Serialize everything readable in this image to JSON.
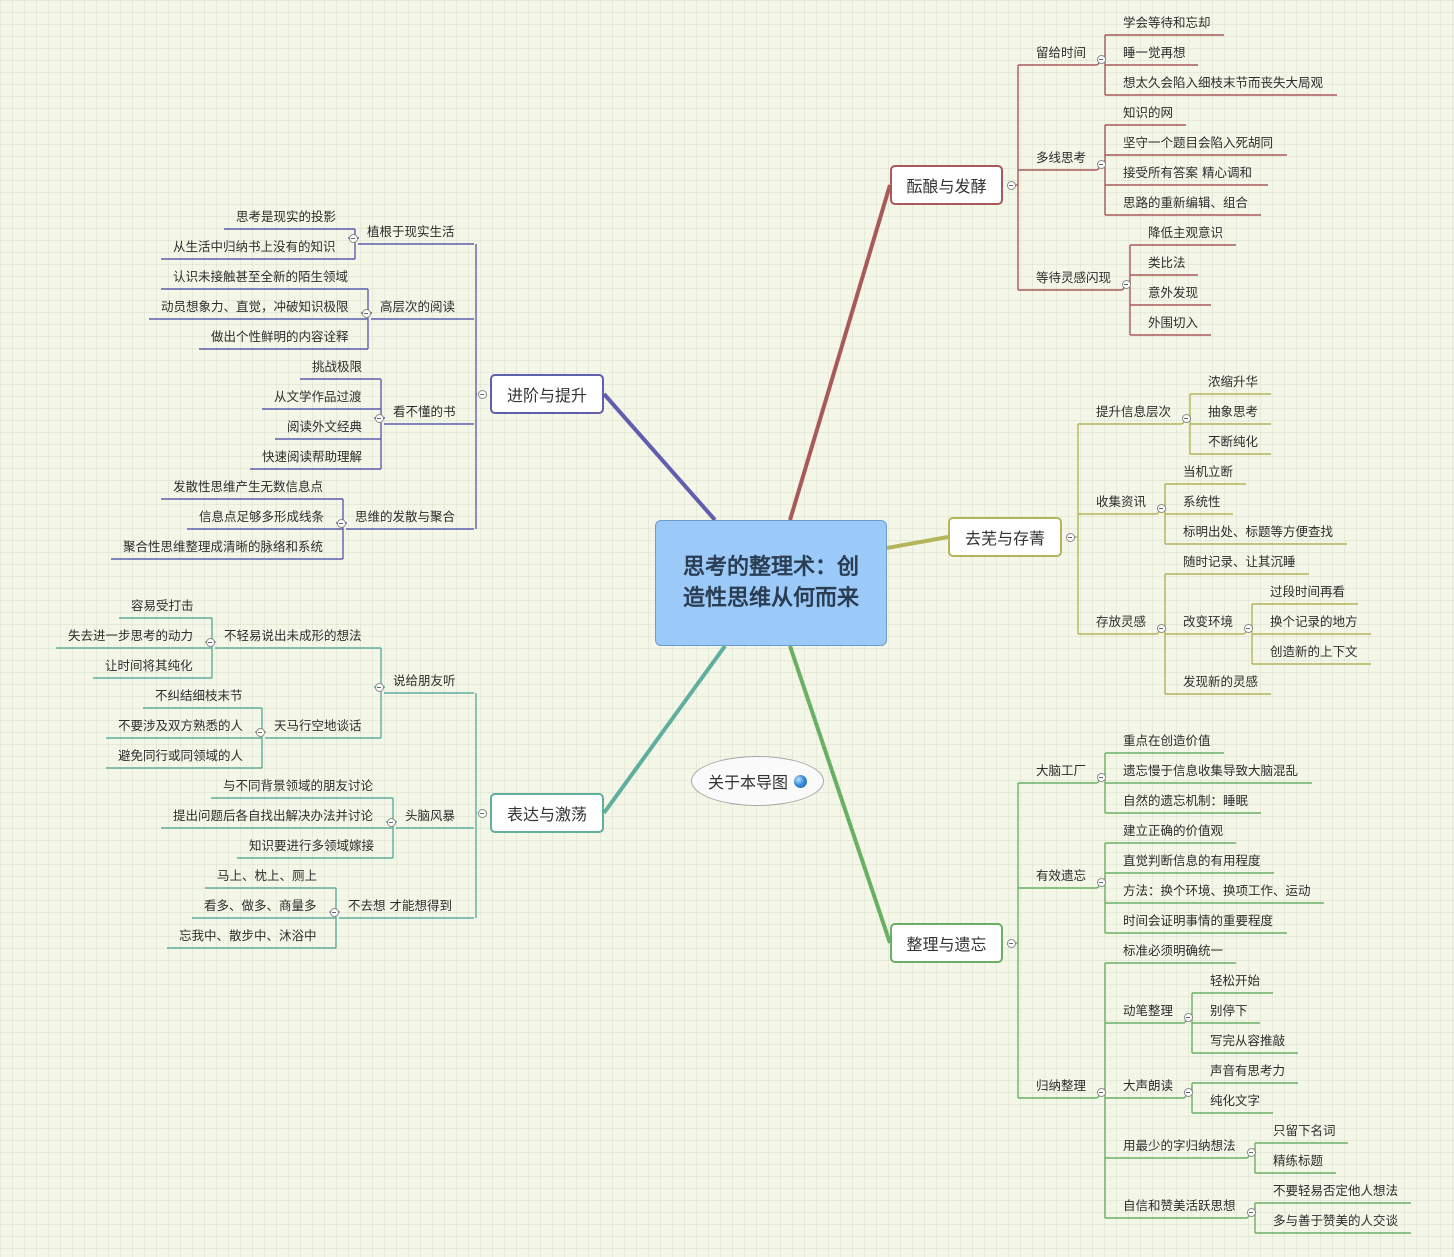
{
  "colors": {
    "red": "#a85a5a",
    "olive": "#b4b45a",
    "green": "#6ab064",
    "teal": "#5fae9e",
    "blue": "#5f5fae"
  },
  "root": {
    "title": "思考的整理术：创造性思维从何而来"
  },
  "about": {
    "label": "关于本导图",
    "icon": "globe-icon"
  },
  "branches": [
    {
      "title": "酝酿与发酵",
      "color": "red",
      "children": [
        {
          "label": "留给时间",
          "children": [
            {
              "label": "学会等待和忘却"
            },
            {
              "label": "睡一觉再想"
            },
            {
              "label": "想太久会陷入细枝末节而丧失大局观"
            }
          ]
        },
        {
          "label": "多线思考",
          "children": [
            {
              "label": "知识的网"
            },
            {
              "label": "坚守一个题目会陷入死胡同"
            },
            {
              "label": "接受所有答案 精心调和"
            },
            {
              "label": "思路的重新编辑、组合"
            }
          ]
        },
        {
          "label": "等待灵感闪现",
          "children": [
            {
              "label": "降低主观意识"
            },
            {
              "label": "类比法"
            },
            {
              "label": "意外发现"
            },
            {
              "label": "外围切入"
            }
          ]
        }
      ]
    },
    {
      "title": "去芜与存菁",
      "color": "olive",
      "children": [
        {
          "label": "提升信息层次",
          "children": [
            {
              "label": "浓缩升华"
            },
            {
              "label": "抽象思考"
            },
            {
              "label": "不断纯化"
            }
          ]
        },
        {
          "label": "收集资讯",
          "children": [
            {
              "label": "当机立断"
            },
            {
              "label": "系统性"
            },
            {
              "label": "标明出处、标题等方便查找"
            }
          ]
        },
        {
          "label": "存放灵感",
          "children": [
            {
              "label": "随时记录、让其沉睡"
            },
            {
              "label": "改变环境",
              "children": [
                {
                  "label": "过段时间再看"
                },
                {
                  "label": "换个记录的地方"
                },
                {
                  "label": "创造新的上下文"
                }
              ]
            },
            {
              "label": "发现新的灵感"
            }
          ]
        }
      ]
    },
    {
      "title": "整理与遗忘",
      "color": "green",
      "children": [
        {
          "label": "大脑工厂",
          "children": [
            {
              "label": "重点在创造价值"
            },
            {
              "label": "遗忘慢于信息收集导致大脑混乱"
            },
            {
              "label": "自然的遗忘机制：睡眠"
            }
          ]
        },
        {
          "label": "有效遗忘",
          "children": [
            {
              "label": "建立正确的价值观"
            },
            {
              "label": "直觉判断信息的有用程度"
            },
            {
              "label": "方法：换个环境、换项工作、运动"
            },
            {
              "label": "时间会证明事情的重要程度"
            }
          ]
        },
        {
          "label": "归纳整理",
          "children": [
            {
              "label": "标准必须明确统一"
            },
            {
              "label": "动笔整理",
              "children": [
                {
                  "label": "轻松开始"
                },
                {
                  "label": "别停下"
                },
                {
                  "label": "写完从容推敲"
                }
              ]
            },
            {
              "label": "大声朗读",
              "children": [
                {
                  "label": "声音有思考力"
                },
                {
                  "label": "纯化文字"
                }
              ]
            },
            {
              "label": "用最少的字归纳想法",
              "children": [
                {
                  "label": "只留下名词"
                },
                {
                  "label": "精练标题"
                }
              ]
            },
            {
              "label": "自信和赞美活跃思想",
              "children": [
                {
                  "label": "不要轻易否定他人想法"
                },
                {
                  "label": "多与善于赞美的人交谈"
                }
              ]
            }
          ]
        }
      ]
    },
    {
      "title": "进阶与提升",
      "color": "blue",
      "children": [
        {
          "label": "植根于现实生活",
          "children": [
            {
              "label": "思考是现实的投影"
            },
            {
              "label": "从生活中归纳书上没有的知识"
            }
          ]
        },
        {
          "label": "高层次的阅读",
          "children": [
            {
              "label": "认识未接触甚至全新的陌生领域"
            },
            {
              "label": "动员想象力、直觉，冲破知识极限"
            },
            {
              "label": "做出个性鲜明的内容诠释"
            }
          ]
        },
        {
          "label": "看不懂的书",
          "children": [
            {
              "label": "挑战极限"
            },
            {
              "label": "从文学作品过渡"
            },
            {
              "label": "阅读外文经典"
            },
            {
              "label": "快速阅读帮助理解"
            }
          ]
        },
        {
          "label": "思维的发散与聚合",
          "children": [
            {
              "label": "发散性思维产生无数信息点"
            },
            {
              "label": "信息点足够多形成线条"
            },
            {
              "label": "聚合性思维整理成清晰的脉络和系统"
            }
          ]
        }
      ]
    },
    {
      "title": "表达与激荡",
      "color": "teal",
      "children": [
        {
          "label": "说给朋友听",
          "children": [
            {
              "label": "不轻易说出未成形的想法",
              "children": [
                {
                  "label": "容易受打击"
                },
                {
                  "label": "失去进一步思考的动力"
                },
                {
                  "label": "让时间将其纯化"
                }
              ]
            },
            {
              "label": "天马行空地谈话",
              "children": [
                {
                  "label": "不纠结细枝末节"
                },
                {
                  "label": "不要涉及双方熟悉的人"
                },
                {
                  "label": "避免同行或同领域的人"
                }
              ]
            }
          ]
        },
        {
          "label": "头脑风暴",
          "children": [
            {
              "label": "与不同背景领域的朋友讨论"
            },
            {
              "label": "提出问题后各自找出解决办法并讨论"
            },
            {
              "label": "知识要进行多领域嫁接"
            }
          ]
        },
        {
          "label": "不去想 才能想得到",
          "children": [
            {
              "label": "马上、枕上、厕上"
            },
            {
              "label": "看多、做多、商量多"
            },
            {
              "label": "忘我中、散步中、沐浴中"
            }
          ]
        }
      ]
    }
  ]
}
